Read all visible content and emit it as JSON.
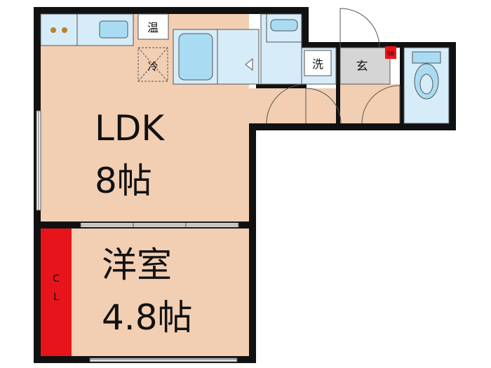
{
  "rooms": {
    "ldk_name": "LDK",
    "ldk_size": "8帖",
    "western_name": "洋室",
    "western_size": "4.8帖",
    "closet_c": "C",
    "closet_l": "L"
  },
  "fixtures": {
    "water_heater": "温",
    "fridge": "冷",
    "washer": "洗",
    "entrance": "玄",
    "meter_box": "SB"
  },
  "colors": {
    "floor": "#f2cfb3",
    "wet_area": "#d6ecf9",
    "fixture_fill": "#a9dcf3",
    "entrance_floor": "#d5d5d5",
    "closet": "#e8141c",
    "wall": "#111111"
  }
}
